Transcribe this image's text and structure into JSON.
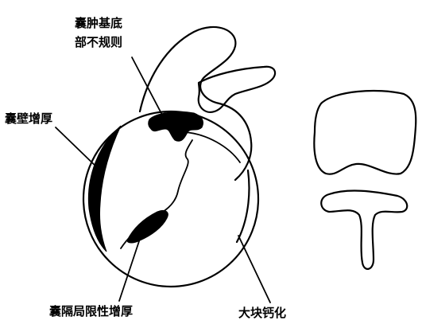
{
  "labels": {
    "base_irregular_line1": "囊肿基底",
    "base_irregular_line2": "部不规则",
    "wall_thickening": "囊壁增厚",
    "septal_thickening": "囊隔局限性增厚",
    "large_calcification": "大块钙化"
  },
  "colors": {
    "ink": "#000000",
    "background": "#ffffff"
  }
}
